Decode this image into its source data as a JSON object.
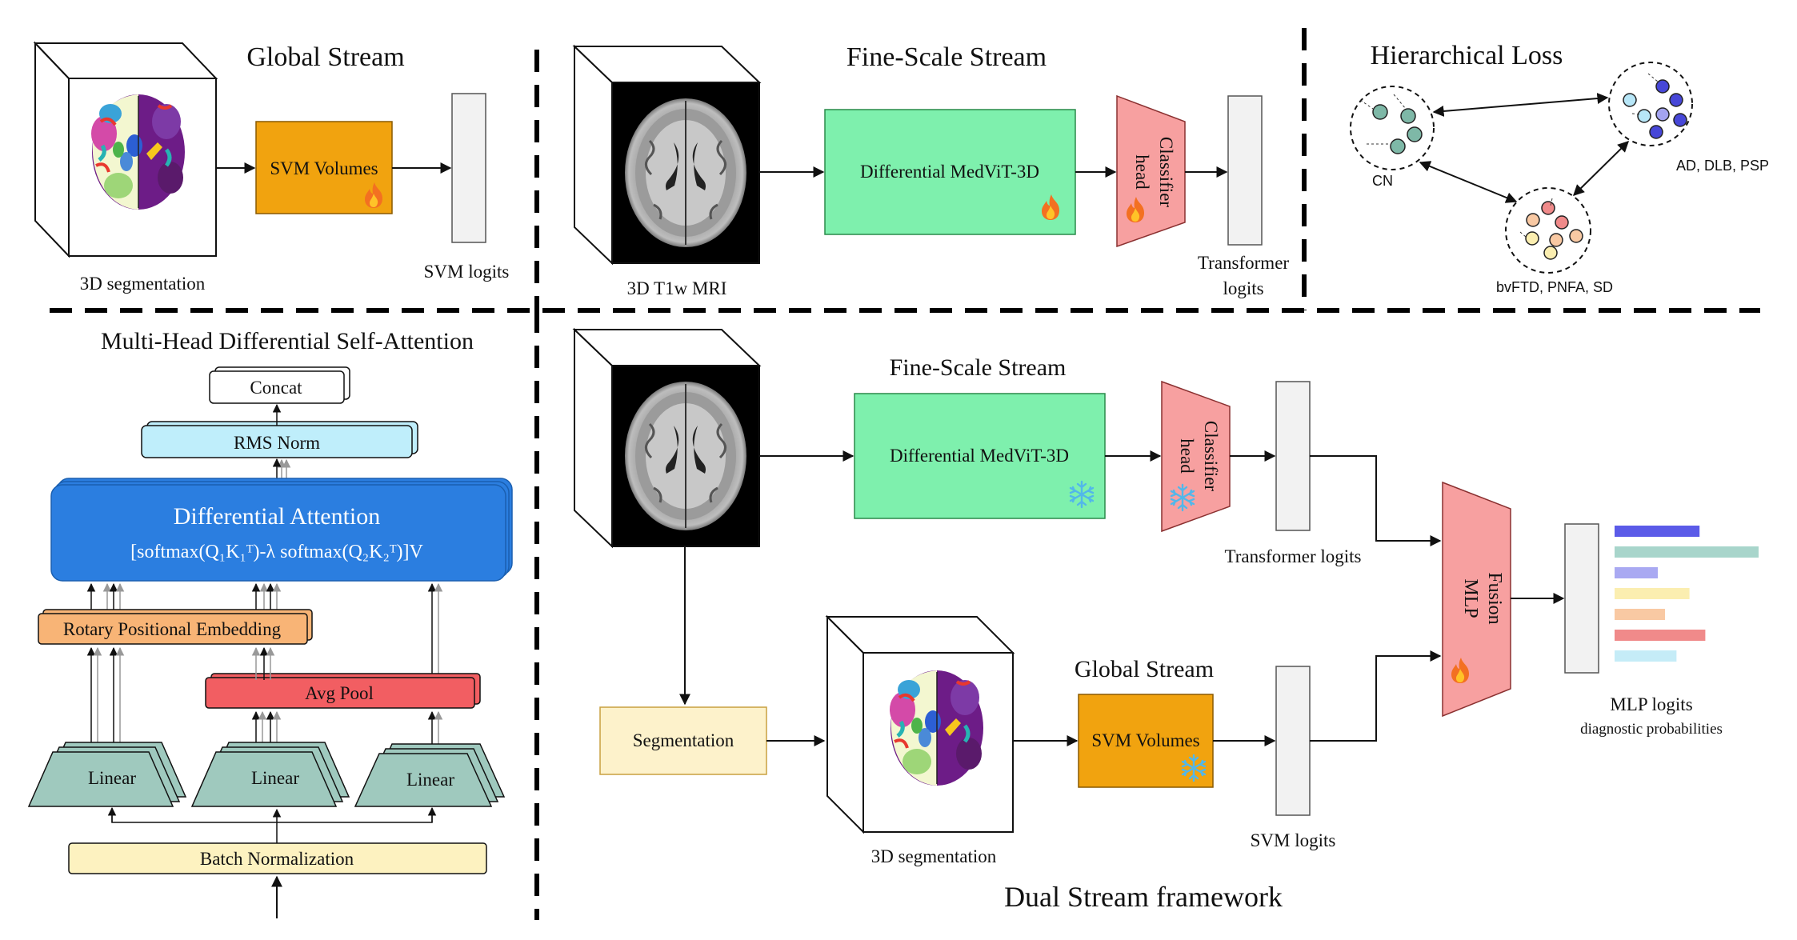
{
  "global_stream_top": {
    "title": "Global Stream",
    "input_label": "3D segmentation",
    "svm_box_label": "SVM Volumes",
    "output_label": "SVM logits",
    "state_icon": "flame-icon"
  },
  "fine_scale_top": {
    "title": "Fine-Scale Stream",
    "input_label": "3D T1w MRI",
    "model_label": "Differential MedViT-3D",
    "head_label_line1": "Classifier",
    "head_label_line2": "head",
    "output_label_line1": "Transformer",
    "output_label_line2": "logits",
    "state_icon": "flame-icon"
  },
  "hierarchical_loss": {
    "title": "Hierarchical Loss",
    "cluster_cn": "CN",
    "cluster_ad": "AD, DLB, PSP",
    "cluster_ftd": "bvFTD, PNFA, SD"
  },
  "attention": {
    "title": "Multi-Head Differential Self-Attention",
    "concat": "Concat",
    "rms_norm": "RMS Norm",
    "diff_attention_title": "Differential Attention",
    "diff_attention_formula": "[softmax(Q₁K₁ᵀ)-λ softmax(Q₂K₂ᵀ)]V",
    "rope": "Rotary Positional Embedding",
    "avg_pool": "Avg Pool",
    "linear": "Linear",
    "batch_norm": "Batch Normalization"
  },
  "dual_stream": {
    "caption": "Dual Stream framework",
    "fine_scale_title": "Fine-Scale Stream",
    "model_label": "Differential MedViT-3D",
    "head_label_line1": "Classifier",
    "head_label_line2": "head",
    "transformer_logits": "Transformer logits",
    "segmentation": "Segmentation",
    "seg3d_label": "3D segmentation",
    "global_title": "Global Stream",
    "svm_box_label": "SVM Volumes",
    "svm_logits": "SVM logits",
    "fusion_line1": "Fusion",
    "fusion_line2": "MLP",
    "mlp_logits": "MLP logits",
    "diag_probs": "diagnostic probabilities",
    "frozen_icon": "snowflake-icon",
    "trainable_icon": "flame-icon"
  },
  "probability_bars": [
    {
      "value": 0.59,
      "color": "#5b5be8"
    },
    {
      "value": 1.0,
      "color": "#a8d5cb"
    },
    {
      "value": 0.3,
      "color": "#a9a9f2"
    },
    {
      "value": 0.52,
      "color": "#fbeeb0"
    },
    {
      "value": 0.35,
      "color": "#f9c9a3"
    },
    {
      "value": 0.63,
      "color": "#f08a8a"
    },
    {
      "value": 0.43,
      "color": "#c5ecf7"
    }
  ],
  "colors": {
    "svm_box": "#f1a30f",
    "medvit_box": "#7ef0ad",
    "classifier": "#f7a0a0",
    "diff_attention": "#2b7ee0",
    "rms_norm": "#bfeefb",
    "rope": "#f8b476",
    "avg_pool": "#f25e62",
    "linear": "#9fc9be",
    "batch_norm": "#fdf2c0",
    "segmentation_box": "#fdf2cb"
  }
}
